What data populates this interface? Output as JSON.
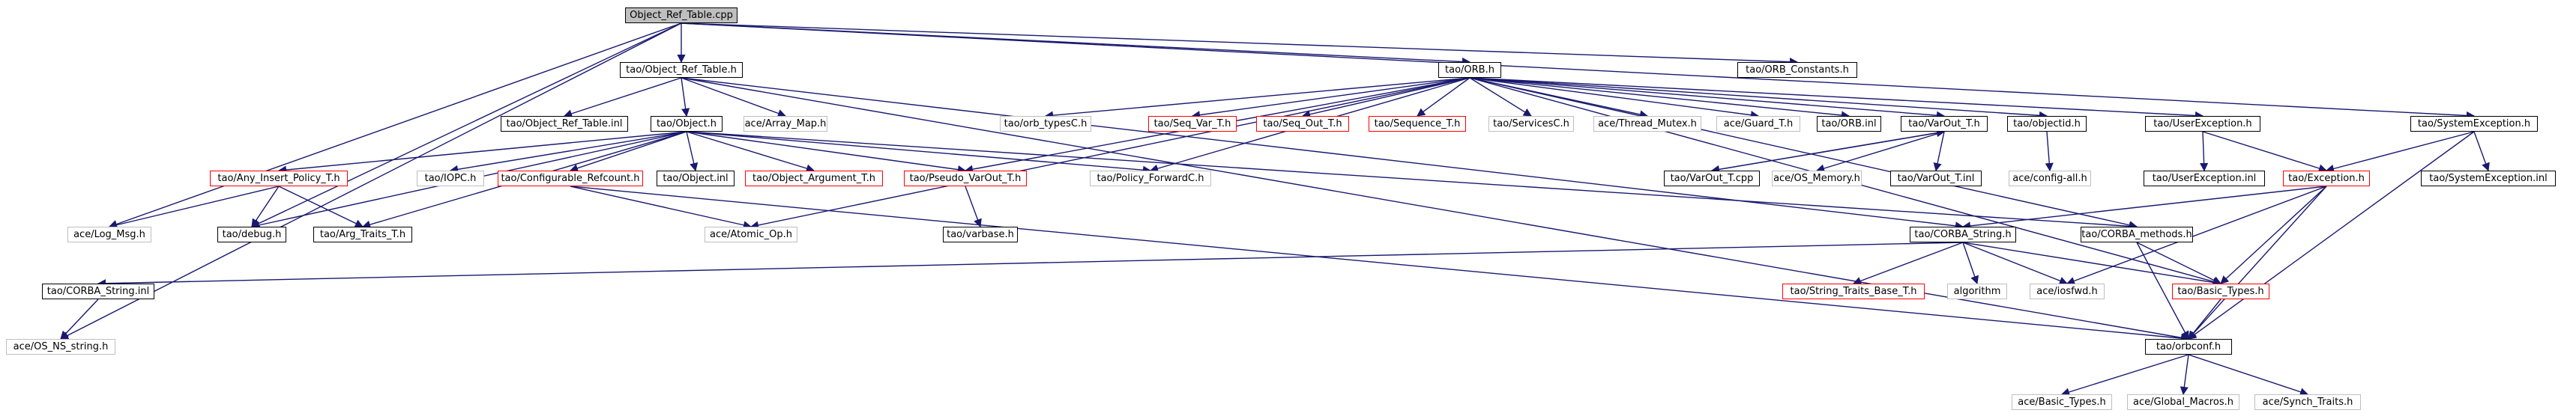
{
  "colors": {
    "edge": "#191970",
    "border_doc": "#000000",
    "border_red": "#ff0000",
    "border_ext": "#bfbfbf",
    "root_fill": "#bfbfbf"
  },
  "nodes": {
    "root": "Object_Ref_Table.cpp",
    "object_ref_table_h": "tao/Object_Ref_Table.h",
    "orb_h": "tao/ORB.h",
    "orb_constants_h": "tao/ORB_Constants.h",
    "system_exception_h": "tao/SystemException.h",
    "object_ref_table_inl": "tao/Object_Ref_Table.inl",
    "object_h": "tao/Object.h",
    "array_map_h": "ace/Array_Map.h",
    "orb_typesc_h": "tao/orb_typesC.h",
    "seq_var_t_h": "tao/Seq_Var_T.h",
    "seq_out_t_h": "tao/Seq_Out_T.h",
    "sequence_t_h": "tao/Sequence_T.h",
    "servicesc_h": "tao/ServicesC.h",
    "thread_mutex_h": "ace/Thread_Mutex.h",
    "guard_t_h": "ace/Guard_T.h",
    "orb_inl": "tao/ORB.inl",
    "varout_t_h": "tao/VarOut_T.h",
    "objectid_h": "tao/objectid.h",
    "user_exception_h": "tao/UserException.h",
    "any_insert_policy_t_h": "tao/Any_Insert_Policy_T.h",
    "iopc_h": "tao/IOPC.h",
    "configurable_refcount_h": "tao/Configurable_Refcount.h",
    "object_inl": "tao/Object.inl",
    "object_argument_t_h": "tao/Object_Argument_T.h",
    "pseudo_varout_t_h": "tao/Pseudo_VarOut_T.h",
    "policy_forwardc_h": "tao/Policy_ForwardC.h",
    "varout_t_cpp": "tao/VarOut_T.cpp",
    "os_memory_h": "ace/OS_Memory.h",
    "varout_t_inl": "tao/VarOut_T.inl",
    "config_all_h": "ace/config-all.h",
    "user_exception_inl": "tao/UserException.inl",
    "exception_h": "tao/Exception.h",
    "system_exception_inl": "tao/SystemException.inl",
    "log_msg_h": "ace/Log_Msg.h",
    "debug_h": "tao/debug.h",
    "arg_traits_t_h": "tao/Arg_Traits_T.h",
    "atomic_op_h": "ace/Atomic_Op.h",
    "varbase_h": "tao/varbase.h",
    "corba_string_h": "tao/CORBA_String.h",
    "corba_methods_h": "tao/CORBA_methods.h",
    "corba_string_inl": "tao/CORBA_String.inl",
    "string_traits_base_t_h": "tao/String_Traits_Base_T.h",
    "algorithm": "algorithm",
    "iosfwd_h": "ace/iosfwd.h",
    "basic_types_h": "tao/Basic_Types.h",
    "os_ns_string_h": "ace/OS_NS_string.h",
    "orbconf_h": "tao/orbconf.h",
    "ace_basic_types_h": "ace/Basic_Types.h",
    "global_macros_h": "ace/Global_Macros.h",
    "synch_traits_h": "ace/Synch_Traits.h"
  }
}
